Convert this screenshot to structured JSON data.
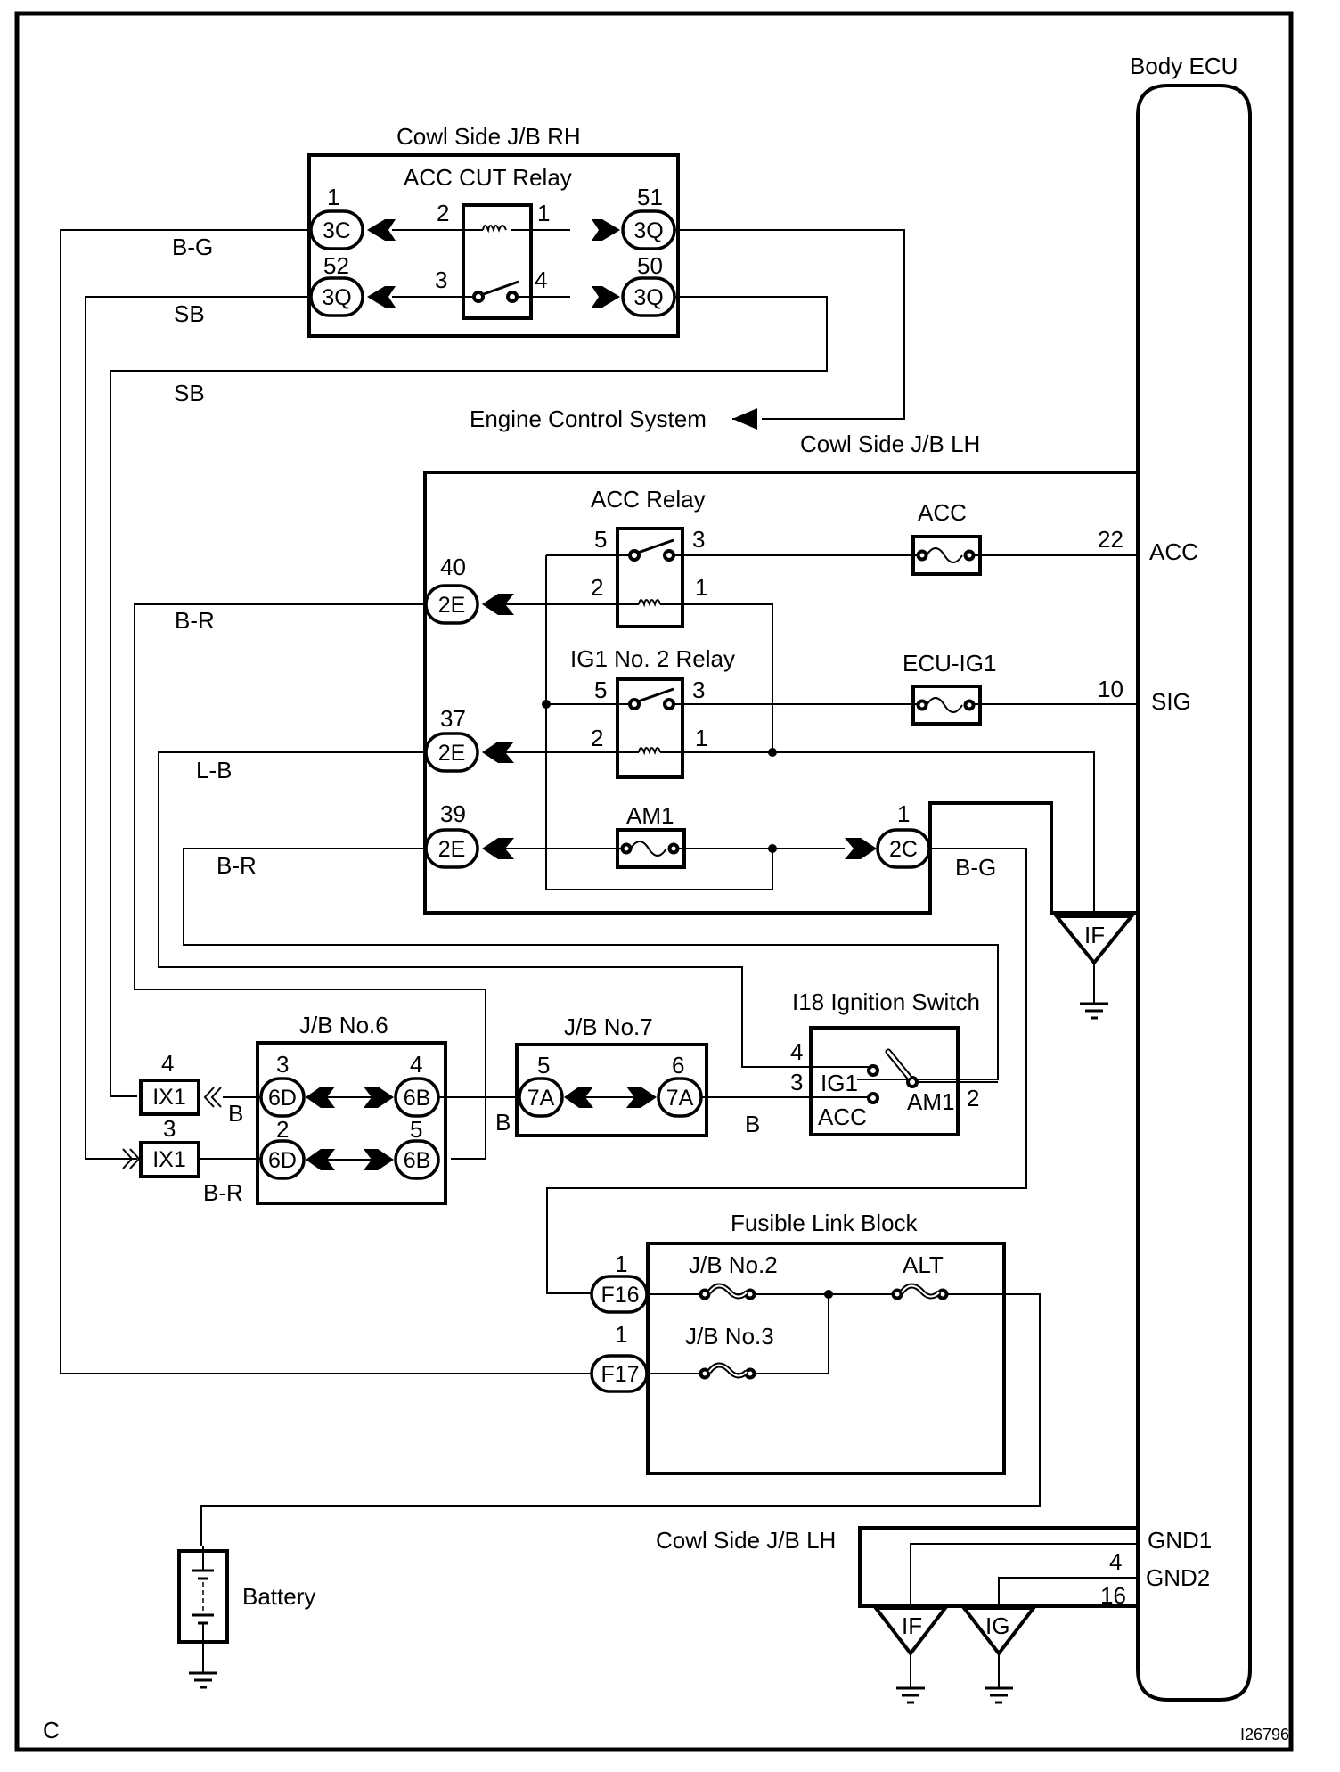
{
  "diagram": {
    "figure_id": "I26796",
    "corner_label": "C",
    "components": {
      "body_ecu": {
        "title": "Body ECU",
        "pins": [
          {
            "name": "ACC",
            "number": "22"
          },
          {
            "name": "SIG",
            "number": "10"
          },
          {
            "name": "GND1",
            "number": "4"
          },
          {
            "name": "GND2",
            "number": "16"
          }
        ]
      },
      "cowl_rh": {
        "title": "Cowl Side J/B RH",
        "relay": "ACC CUT Relay",
        "relay_pins": {
          "p1": "1",
          "p2": "2",
          "p3": "3",
          "p4": "4"
        },
        "connectors": [
          {
            "pin": "1",
            "code": "3C"
          },
          {
            "pin": "52",
            "code": "3Q"
          },
          {
            "pin": "51",
            "code": "3Q"
          },
          {
            "pin": "50",
            "code": "3Q"
          }
        ]
      },
      "engine_control": "Engine Control System",
      "cowl_lh": {
        "title": "Cowl Side J/B LH",
        "acc_relay": "ACC Relay",
        "ig1_relay": "IG1 No. 2 Relay",
        "relay_pins": {
          "p5": "5",
          "p3": "3",
          "p2": "2",
          "p1": "1"
        },
        "fuses": {
          "acc": "ACC",
          "ecu_ig1": "ECU-IG1",
          "am1": "AM1"
        },
        "connectors": [
          {
            "pin": "40",
            "code": "2E"
          },
          {
            "pin": "37",
            "code": "2E"
          },
          {
            "pin": "39",
            "code": "2E"
          },
          {
            "pin": "1",
            "code": "2C"
          }
        ],
        "ground": "IF"
      },
      "jb6": {
        "title": "J/B No.6",
        "connectors": [
          {
            "pin": "3",
            "code": "6D"
          },
          {
            "pin": "4",
            "code": "6B"
          },
          {
            "pin": "2",
            "code": "6D"
          },
          {
            "pin": "5",
            "code": "6B"
          }
        ]
      },
      "jb7": {
        "title": "J/B No.7",
        "connectors": [
          {
            "pin": "5",
            "code": "7A"
          },
          {
            "pin": "6",
            "code": "7A"
          }
        ]
      },
      "ix1": [
        {
          "pin": "4",
          "code": "IX1"
        },
        {
          "pin": "3",
          "code": "IX1"
        }
      ],
      "ignition_switch": {
        "title": "I18 Ignition Switch",
        "terminals": {
          "ig1": "IG1",
          "acc": "ACC",
          "am1": "AM1"
        },
        "pins": {
          "p4": "4",
          "p3": "3",
          "p2": "2"
        }
      },
      "fusible_link_block": {
        "title": "Fusible Link Block",
        "links": {
          "jb2": "J/B No.2",
          "jb3": "J/B No.3",
          "alt": "ALT"
        },
        "connectors": [
          {
            "pin": "1",
            "code": "F16"
          },
          {
            "pin": "1",
            "code": "F17"
          }
        ]
      },
      "battery": "Battery",
      "cowl_lh_bottom": {
        "title": "Cowl Side J/B LH",
        "grounds": [
          "IF",
          "IG"
        ]
      }
    },
    "wire_colors": {
      "bg_top": "B-G",
      "sb_1": "SB",
      "sb_2": "SB",
      "br_1": "B-R",
      "lb": "L-B",
      "br_2": "B-R",
      "bg_2c": "B-G",
      "b_ix1": "B",
      "br_ix1": "B-R",
      "b_jb6": "B",
      "b_jb7": "B"
    }
  }
}
